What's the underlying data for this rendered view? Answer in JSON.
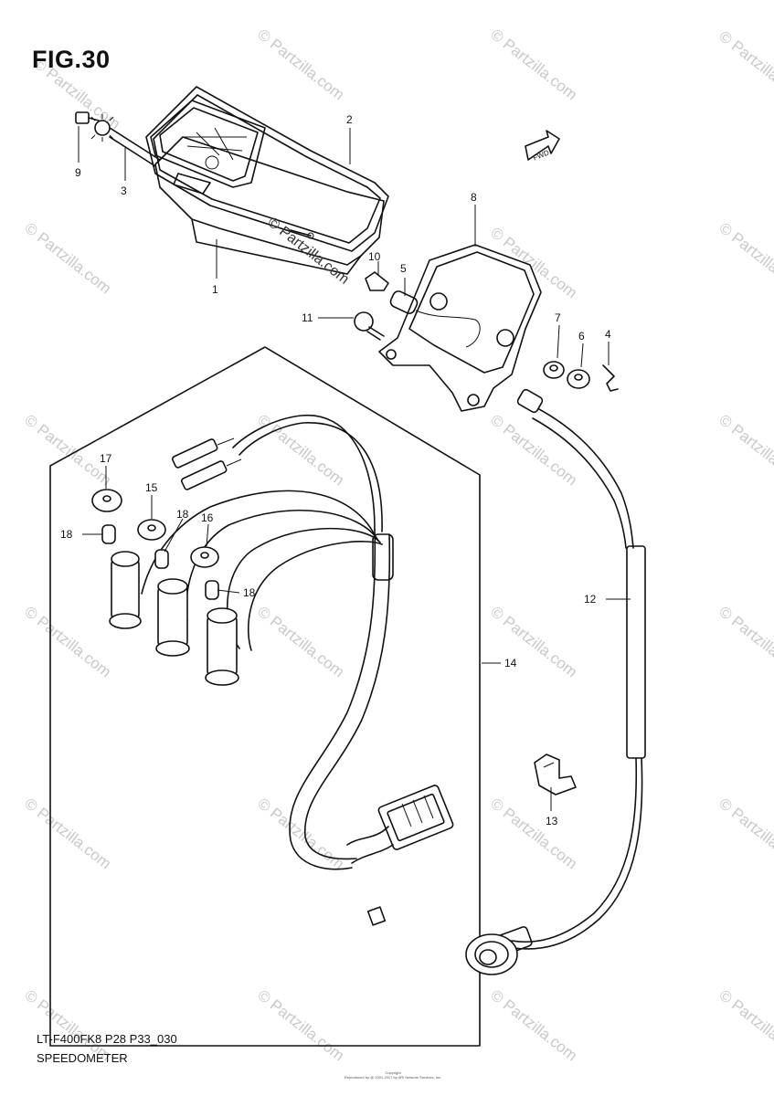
{
  "figure": {
    "title": "FIG.30",
    "model_code": "LT-F400FK8 P28 P33_030",
    "name": "SPEEDOMETER",
    "copyright_line1": "Copyright",
    "copyright_line2": "Reproduced by @ 2001-2017 by ARI Network Services, Inc.",
    "fwd_label": "FWD"
  },
  "watermark": {
    "text": "© Partzilla.com",
    "center_text": "© Partzilla.com"
  },
  "callouts": [
    "1",
    "2",
    "3",
    "4",
    "5",
    "6",
    "7",
    "8",
    "9",
    "10",
    "11",
    "12",
    "13",
    "14",
    "15",
    "16",
    "17",
    "18",
    "18",
    "18"
  ]
}
